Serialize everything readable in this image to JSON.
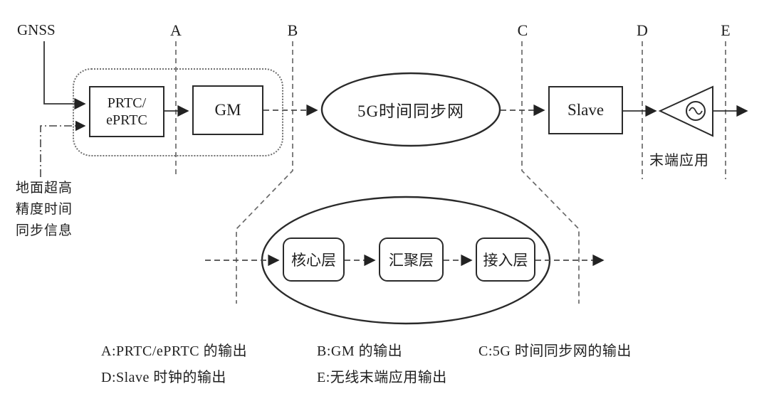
{
  "reference_points": [
    "A",
    "B",
    "C",
    "D",
    "E"
  ],
  "nodes": {
    "gnss": "GNSS",
    "prtc_line1": "PRTC/",
    "prtc_line2": "ePRTC",
    "gm": "GM",
    "sync_network": "5G时间同步网",
    "slave": "Slave",
    "end_app_caption": "末端应用"
  },
  "ground_info": {
    "line1": "地面超高",
    "line2": "精度时间",
    "line3": "同步信息"
  },
  "layers": {
    "core": "核心层",
    "aggregation": "汇聚层",
    "access": "接入层"
  },
  "legend": {
    "a": "A:PRTC/ePRTC 的输出",
    "b": "B:GM 的输出",
    "c": "C:5G 时间同步网的输出",
    "d": "D:Slave 时钟的输出",
    "e": "E:无线末端应用输出"
  },
  "icons": {
    "oscillator": "sine-wave-in-circle"
  },
  "colors": {
    "ink": "#1f1f1f",
    "shape_stroke": "#2a2a2a",
    "dashed_line": "#6a6a6a",
    "background": "#ffffff"
  }
}
